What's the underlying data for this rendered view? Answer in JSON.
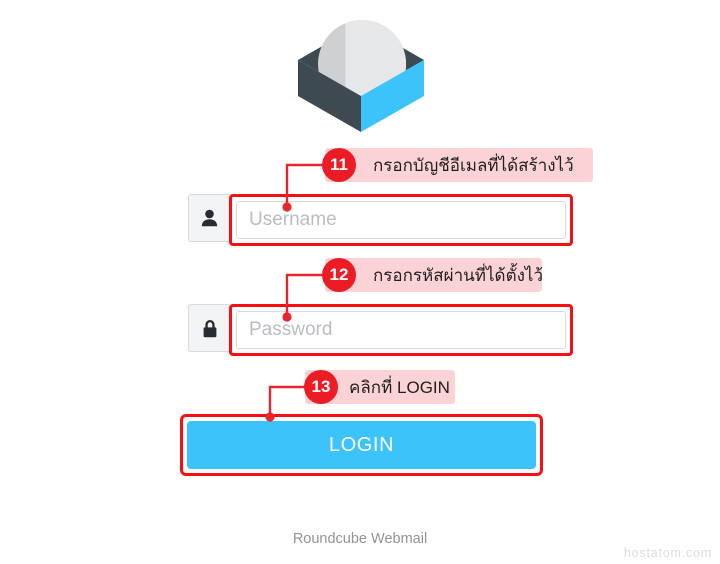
{
  "page": {
    "background_color": "#ffffff",
    "app_name": "Roundcube Webmail"
  },
  "logo": {
    "name": "roundcube-logo",
    "cube_left_color": "#3e4a51",
    "cube_right_color": "#3cc3fa",
    "sphere_color": "#e6e7e8",
    "sphere_shadow_color": "#cfd0d1"
  },
  "form": {
    "username": {
      "icon": "user-icon",
      "placeholder": "Username",
      "value": ""
    },
    "password": {
      "icon": "lock-icon",
      "placeholder": "Password",
      "value": ""
    },
    "login_button": {
      "label": "LOGIN",
      "color": "#3cc3fa",
      "text_color": "#ffffff"
    }
  },
  "footer": {
    "product_label": "Roundcube Webmail",
    "watermark": "hostatom.com"
  },
  "annotations": {
    "highlight_color": "#fb0d14",
    "badge_color": "#ec1c24",
    "label_background": "#fbd3d6",
    "items": [
      {
        "badge": "11",
        "text": "กรอกบัญชีอีเมลที่ได้สร้างไว้",
        "target": "username-input"
      },
      {
        "badge": "12",
        "text": "กรอกรหัสผ่านที่ได้ตั้งไว้",
        "target": "password-input"
      },
      {
        "badge": "13",
        "text": "คลิกที่ LOGIN",
        "target": "login-button"
      }
    ]
  }
}
